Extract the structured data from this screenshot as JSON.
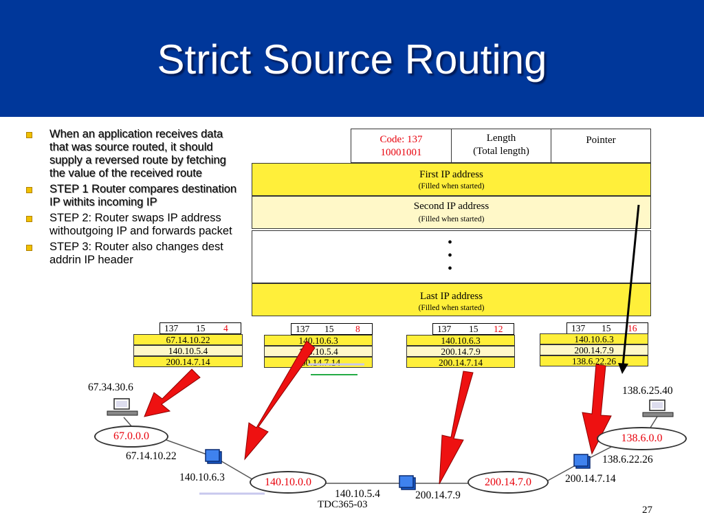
{
  "slide": {
    "title": "Strict Source Routing",
    "footer_course": "TDC365-03",
    "page_number": "27"
  },
  "bullets": [
    "When an application receives data that was source routed, it should supply a reversed route by fetching the value of the received route",
    "STEP 1 Router compares destination IP withits incoming IP",
    "STEP 2: Router swaps IP address withoutgoing IP and forwards packet",
    "STEP 3:  Router also changes dest addrin IP header"
  ],
  "option_format": {
    "code_line1": "Code: 137",
    "code_line2": "10001001",
    "length_line1": "Length",
    "length_line2": "(Total length)",
    "pointer": "Pointer",
    "first_ip": "First IP address",
    "second_ip": "Second IP address",
    "last_ip": "Last IP address",
    "filled_note": "(Filled when started)",
    "ellipsis_dots": "•"
  },
  "packets": [
    {
      "code": "137",
      "length": "15",
      "pointer": "4",
      "rows": [
        "67.14.10.22",
        "140.10.5.4",
        "200.14.7.14"
      ]
    },
    {
      "code": "137",
      "length": "15",
      "pointer": "8",
      "rows": [
        "140.10.6.3",
        "140.10.5.4",
        "200.14.7.14"
      ]
    },
    {
      "code": "137",
      "length": "15",
      "pointer": "12",
      "rows": [
        "140.10.6.3",
        "200.14.7.9",
        "200.14.7.14"
      ]
    },
    {
      "code": "137",
      "length": "15",
      "pointer": "16",
      "rows": [
        "140.10.6.3",
        "200.14.7.9",
        "138.6.22.26"
      ]
    }
  ],
  "network": {
    "source_host": "67.34.30.6",
    "dest_host": "138.6.25.40",
    "networks": [
      "67.0.0.0",
      "140.10.0.0",
      "200.14.7.0",
      "138.6.0.0"
    ],
    "interfaces": [
      "67.14.10.22",
      "140.10.6.3",
      "140.10.5.4",
      "200.14.7.9",
      "200.14.7.14",
      "138.6.22.26"
    ]
  },
  "colors": {
    "header_bg": "#00379a",
    "yellow": "#ffef3a",
    "pale_yellow": "#fff8c8",
    "pointer_red": "#e8000b",
    "arrow_red": "#ee1111",
    "router_blue": "#1a5fd0"
  }
}
